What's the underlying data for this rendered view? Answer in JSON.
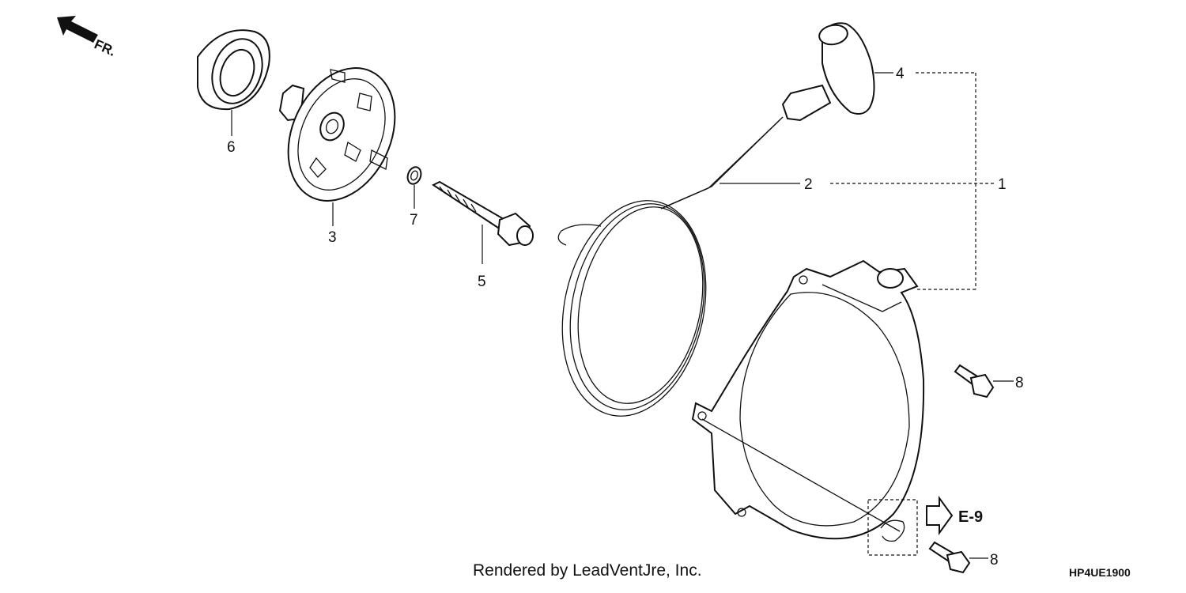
{
  "orientation": {
    "text": "FR.",
    "icon": "front-direction-arrow-icon"
  },
  "callouts": {
    "c1": "1",
    "c2": "2",
    "c3": "3",
    "c4": "4",
    "c5": "5",
    "c6": "6",
    "c7": "7",
    "c8a": "8",
    "c8b": "8"
  },
  "reference": {
    "text": "E-9",
    "icon": "reference-arrow-icon"
  },
  "footer": {
    "credit": "Rendered by LeadVentJre, Inc.",
    "diagram_code": "HP4UE1900"
  }
}
